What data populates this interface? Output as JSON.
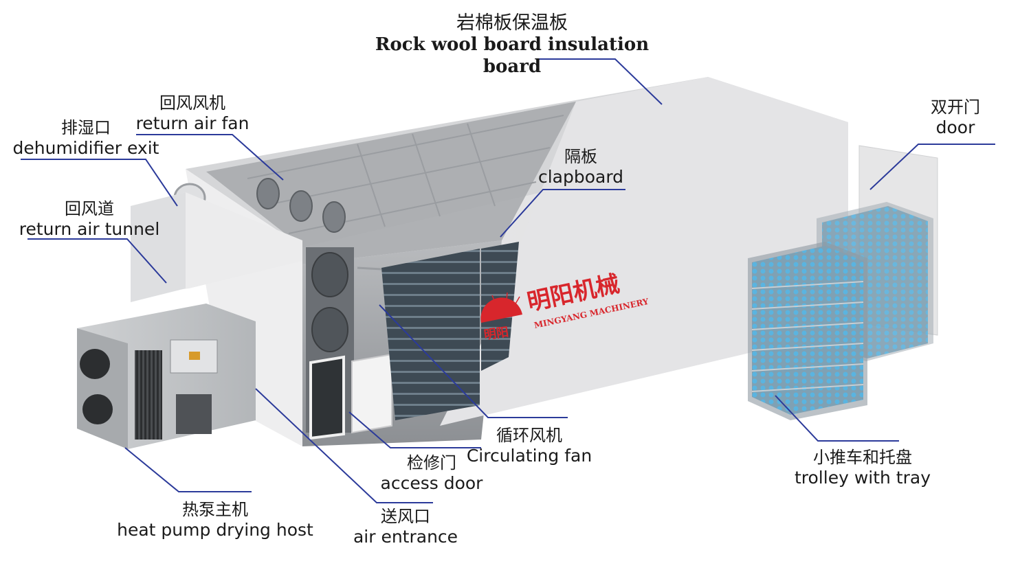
{
  "diagram": {
    "title": {
      "zh": "岩棉板保温板",
      "en": "Rock wool board insulation board"
    },
    "labels": [
      {
        "id": "return-air-fan",
        "zh": "回风风机",
        "en": "return air fan"
      },
      {
        "id": "dehumidifier-exit",
        "zh": "排湿口",
        "en": "dehumidifier exit"
      },
      {
        "id": "return-air-tunnel",
        "zh": "回风道",
        "en": "return air tunnel"
      },
      {
        "id": "clapboard",
        "zh": "隔板",
        "en": "clapboard"
      },
      {
        "id": "door",
        "zh": "双开门",
        "en": "door"
      },
      {
        "id": "circulating-fan",
        "zh": "循环风机",
        "en": "Circulating fan"
      },
      {
        "id": "access-door",
        "zh": "检修门",
        "en": "access door"
      },
      {
        "id": "trolley-with-tray",
        "zh": "小推车和托盘",
        "en": "trolley with tray"
      },
      {
        "id": "heat-pump-host",
        "zh": "热泵主机",
        "en": "heat pump drying host"
      },
      {
        "id": "air-entrance",
        "zh": "送风口",
        "en": "air entrance"
      }
    ],
    "logo": {
      "zh": "明阳机械",
      "en": "MINGYANG MACHINERY",
      "mark": "明阳"
    },
    "colors": {
      "leader_line": "#2b3a9a",
      "logo_red": "#d8262c",
      "tray_blue": "#5ab4e0"
    }
  }
}
